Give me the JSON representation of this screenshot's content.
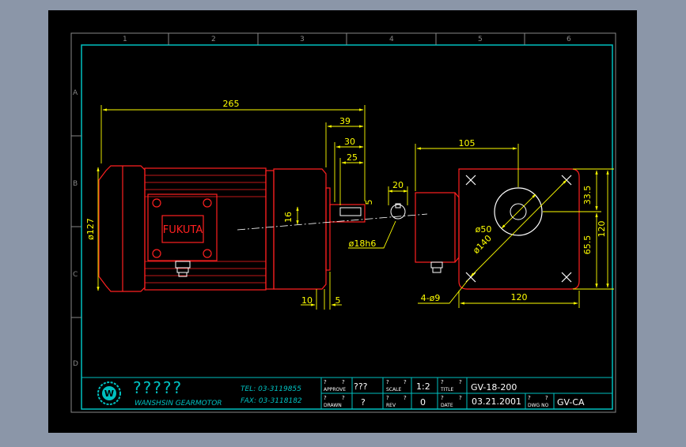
{
  "sheet": {
    "column_labels": [
      "1",
      "2",
      "3",
      "4",
      "5",
      "6"
    ],
    "row_labels": [
      "A",
      "B",
      "C",
      "D"
    ]
  },
  "dimensions": {
    "overall_length": "265",
    "shaft_39": "39",
    "shaft_30": "30",
    "shaft_25": "25",
    "key_5": "5",
    "key_width_20": "20",
    "shaft_height_16": "16",
    "gear_dia_127": "ø127",
    "shaft_dia": "ø18h6",
    "flange_10": "10",
    "flange_5": "5",
    "side_width_105": "105",
    "bolt_circle": "ø140",
    "pilot_dia": "ø50",
    "dim_33_5": "33.5",
    "dim_120_v": "120",
    "dim_65_5": "65.5",
    "dim_120_h": "120",
    "holes": "4-ø9"
  },
  "motor": {
    "brand_label": "FUKUTA"
  },
  "title_block": {
    "company_symbols": "?????",
    "company_name": "WANSHSIN GEARMOTOR",
    "tel": "TEL:  03-3119855",
    "fax": "FAX:  03-3118182",
    "approve_label": "APPROVE",
    "approve_value": "???",
    "scale_label": "SCALE",
    "scale_value": "1:2",
    "title_label": "TITLE",
    "title_value": "GV-18-200",
    "drawn_label": "DRAWN",
    "drawn_value": "?",
    "rev_label": "REV",
    "rev_value": "0",
    "date_label": "DATE",
    "date_value": "03.21.2001",
    "dwg_label": "DWG  NO",
    "dwg_value": "GV-CA",
    "q": "?"
  },
  "colors": {
    "background": "#8b96a8",
    "sheet": "#000000",
    "frame": "#00c0c0",
    "outline": "#ff2020",
    "dimension": "#ffff00",
    "detail": "#ffffff"
  }
}
